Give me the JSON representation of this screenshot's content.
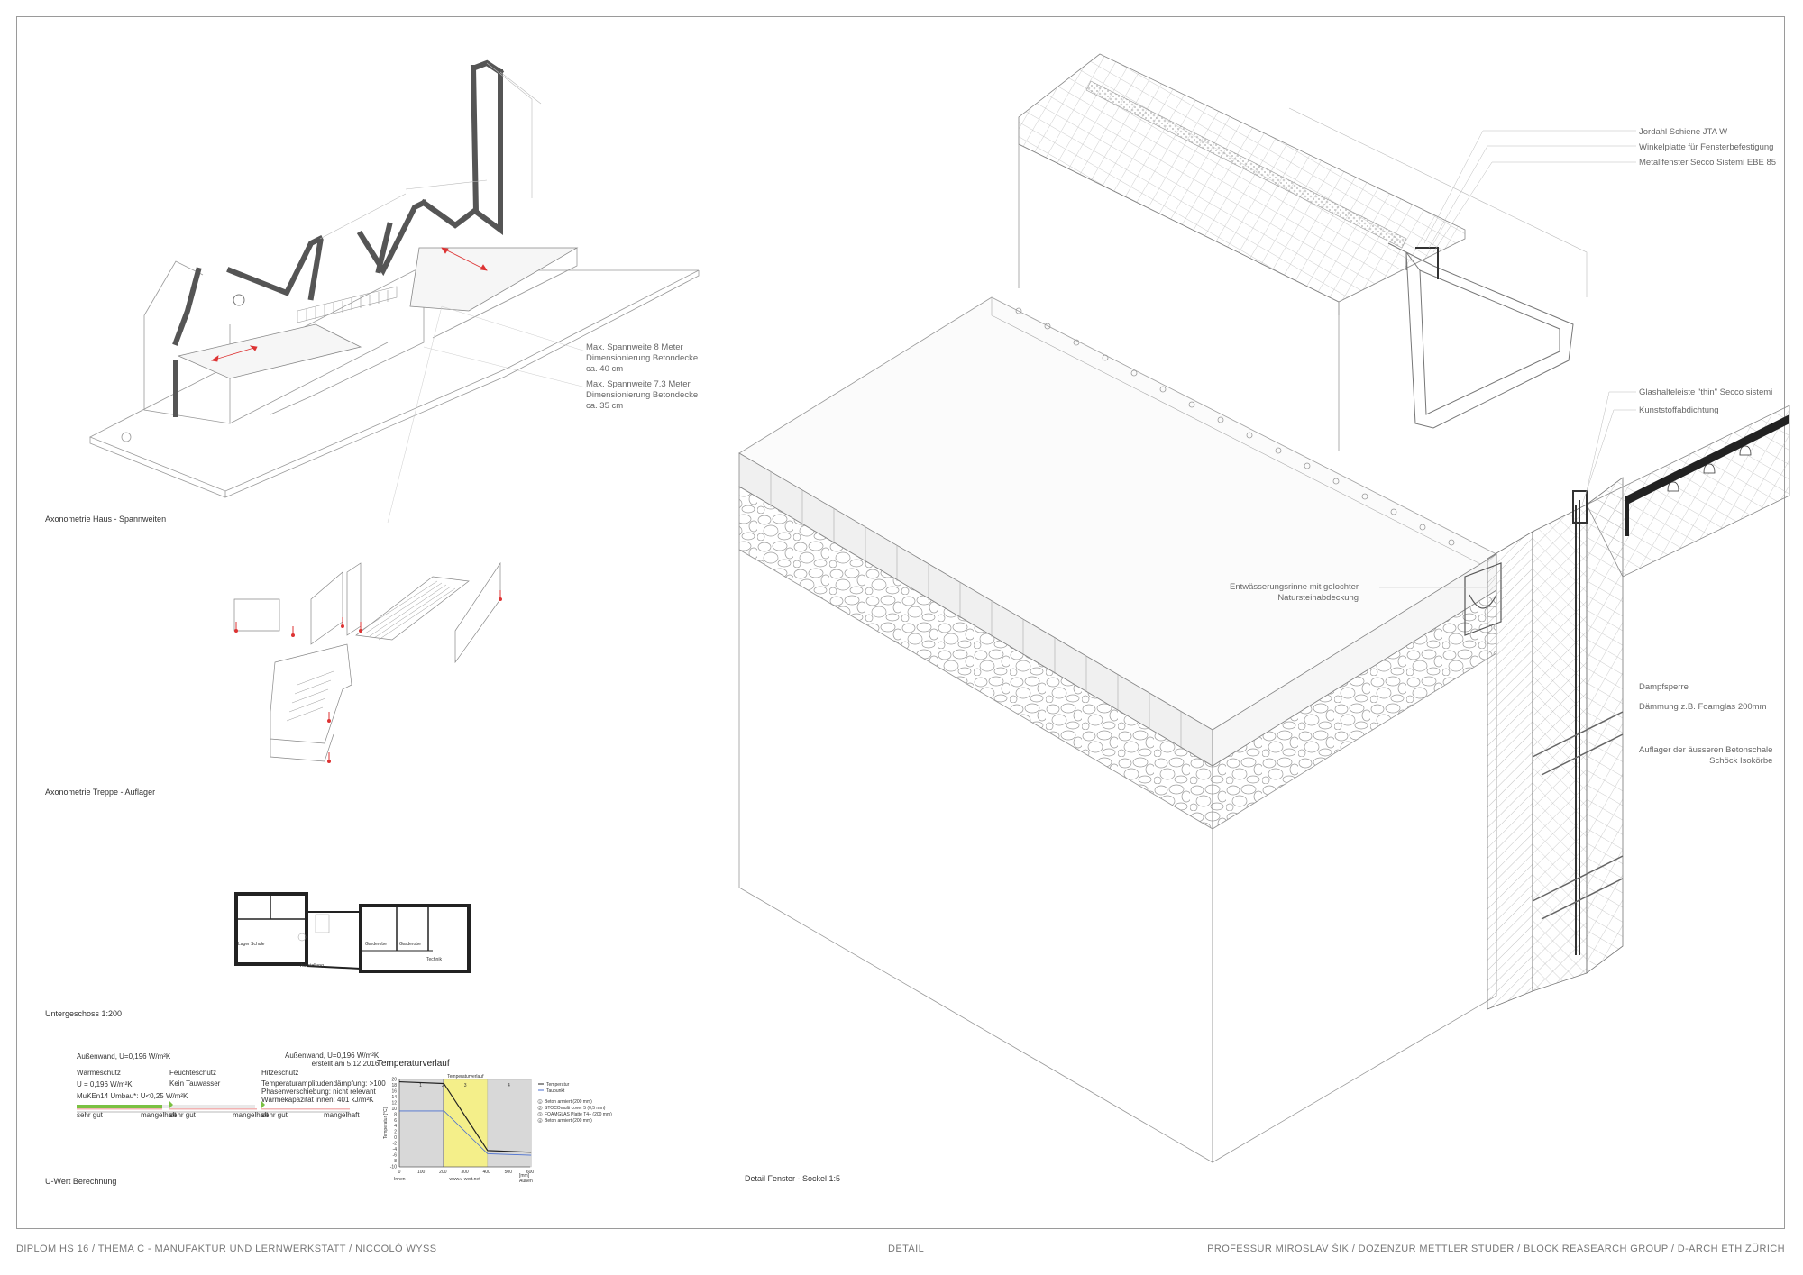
{
  "captions": {
    "axo_haus": "Axonometrie Haus - Spannweiten",
    "axo_treppe": "Axonometrie Treppe - Auflager",
    "untergeschoss": "Untergeschoss 1:200",
    "u_wert": "U-Wert Berechnung",
    "detail": "Detail Fenster - Sockel 1:5"
  },
  "span_notes": {
    "span1": [
      "Max. Spannweite 8 Meter",
      "Dimensionierung Betondecke",
      "ca. 40 cm"
    ],
    "span2": [
      "Max. Spannweite 7.3 Meter",
      "Dimensionierung Betondecke",
      "ca. 35 cm"
    ]
  },
  "detail_labels": {
    "jordahl": "Jordahl Schiene JTA W",
    "winkel": "Winkelplatte für Fensterbefestigung",
    "metall": "Metallfenster Secco Sistemi EBE 85",
    "glashalte": "Glashalteleiste \"thin\" Secco sistemi",
    "kunststoff": "Kunststoffabdichtung",
    "entwaesserung": [
      "Entwässerungsrinne mit gelochter",
      "Natursteinabdeckung"
    ],
    "dampf": "Dampfsperre",
    "daemmung": "Dämmung z.B. Foamglas 200mm",
    "auflager": [
      "Auflager der äusseren Betonschale",
      "Schöck Isokörbe"
    ]
  },
  "plan_labels": {
    "lager": "Lager Schule",
    "garderobe1": "Garderobe",
    "garderobe2": "Garderobe",
    "technik": "Technik",
    "ausstellung": "Ausstellung"
  },
  "u_calc": {
    "title": "Außenwand, U=0,196 W/m²K",
    "meta": [
      "Außenwand, U=0,196 W/m²K",
      "erstellt am 5.12.2016"
    ],
    "waerme_title": "Wärmeschutz",
    "waerme_value": "U = 0,196 W/m²K",
    "waerme_sub": "MuKEn14 Umbau*: U<0,25 W/m²K",
    "feuchte_title": "Feuchteschutz",
    "feuchte_sub": "Kein Tauwasser",
    "hitze_title": "Hitzeschutz",
    "hitze_sub": [
      "Temperaturamplitudendämpfung: >100",
      "Phasenverschiebung: nicht relevant",
      "Wärmekapazität innen: 401 kJ/m²K"
    ],
    "scale_good": "sehr gut",
    "scale_bad": "mangelhaft"
  },
  "chart_data": {
    "type": "line",
    "title": "Temperaturverlauf",
    "inner_title": "Temperaturverlauf",
    "ylabel": "Temperatur [°C]",
    "xlabel": "www.u-wert.net",
    "x_unit": "[mm]",
    "x_left": "Innen",
    "x_right": "Außen",
    "xlim": [
      0,
      600
    ],
    "ylim": [
      -10,
      20
    ],
    "xticks": [
      0,
      100,
      200,
      300,
      400,
      500,
      600
    ],
    "yticks": [
      20,
      18,
      16,
      14,
      12,
      10,
      8,
      6,
      4,
      2,
      0,
      -2,
      -4,
      -6,
      -8,
      -10
    ],
    "layers": [
      {
        "n": "1",
        "from": 0,
        "to": 200,
        "color": "#d8d8d8",
        "name": "Beton armiert (200 mm)"
      },
      {
        "n": "2",
        "from": 200,
        "to": 205,
        "color": "#9a9a9a",
        "name": "STOCOmulti cover 5 (0,5 mm)"
      },
      {
        "n": "3",
        "from": 205,
        "to": 405,
        "color": "#f4ef8a",
        "name": "FOAMGLAS Platte T4+ (200 mm)"
      },
      {
        "n": "4",
        "from": 405,
        "to": 605,
        "color": "#d8d8d8",
        "name": "Beton armiert (200 mm)"
      }
    ],
    "series": [
      {
        "name": "Temperatur",
        "x": [
          0,
          200,
          205,
          405,
          605
        ],
        "y": [
          19.2,
          18.6,
          18.5,
          -4.4,
          -5.0
        ]
      },
      {
        "name": "Taupunkt",
        "x": [
          0,
          200,
          205,
          405,
          605
        ],
        "y": [
          9.2,
          9.2,
          9.2,
          -5.5,
          -6.0
        ]
      }
    ]
  },
  "footer": {
    "left": "DIPLOM HS 16  /  THEMA C - MANUFAKTUR UND LERNWERKSTATT  /  NICCOLÒ WYSS",
    "center": "DETAIL",
    "right": "PROFESSUR MIROSLAV ŠIK  /  DOZENZUR METTLER STUDER  /  BLOCK REASEARCH GROUP  /  D-ARCH ETH ZÜRICH"
  }
}
